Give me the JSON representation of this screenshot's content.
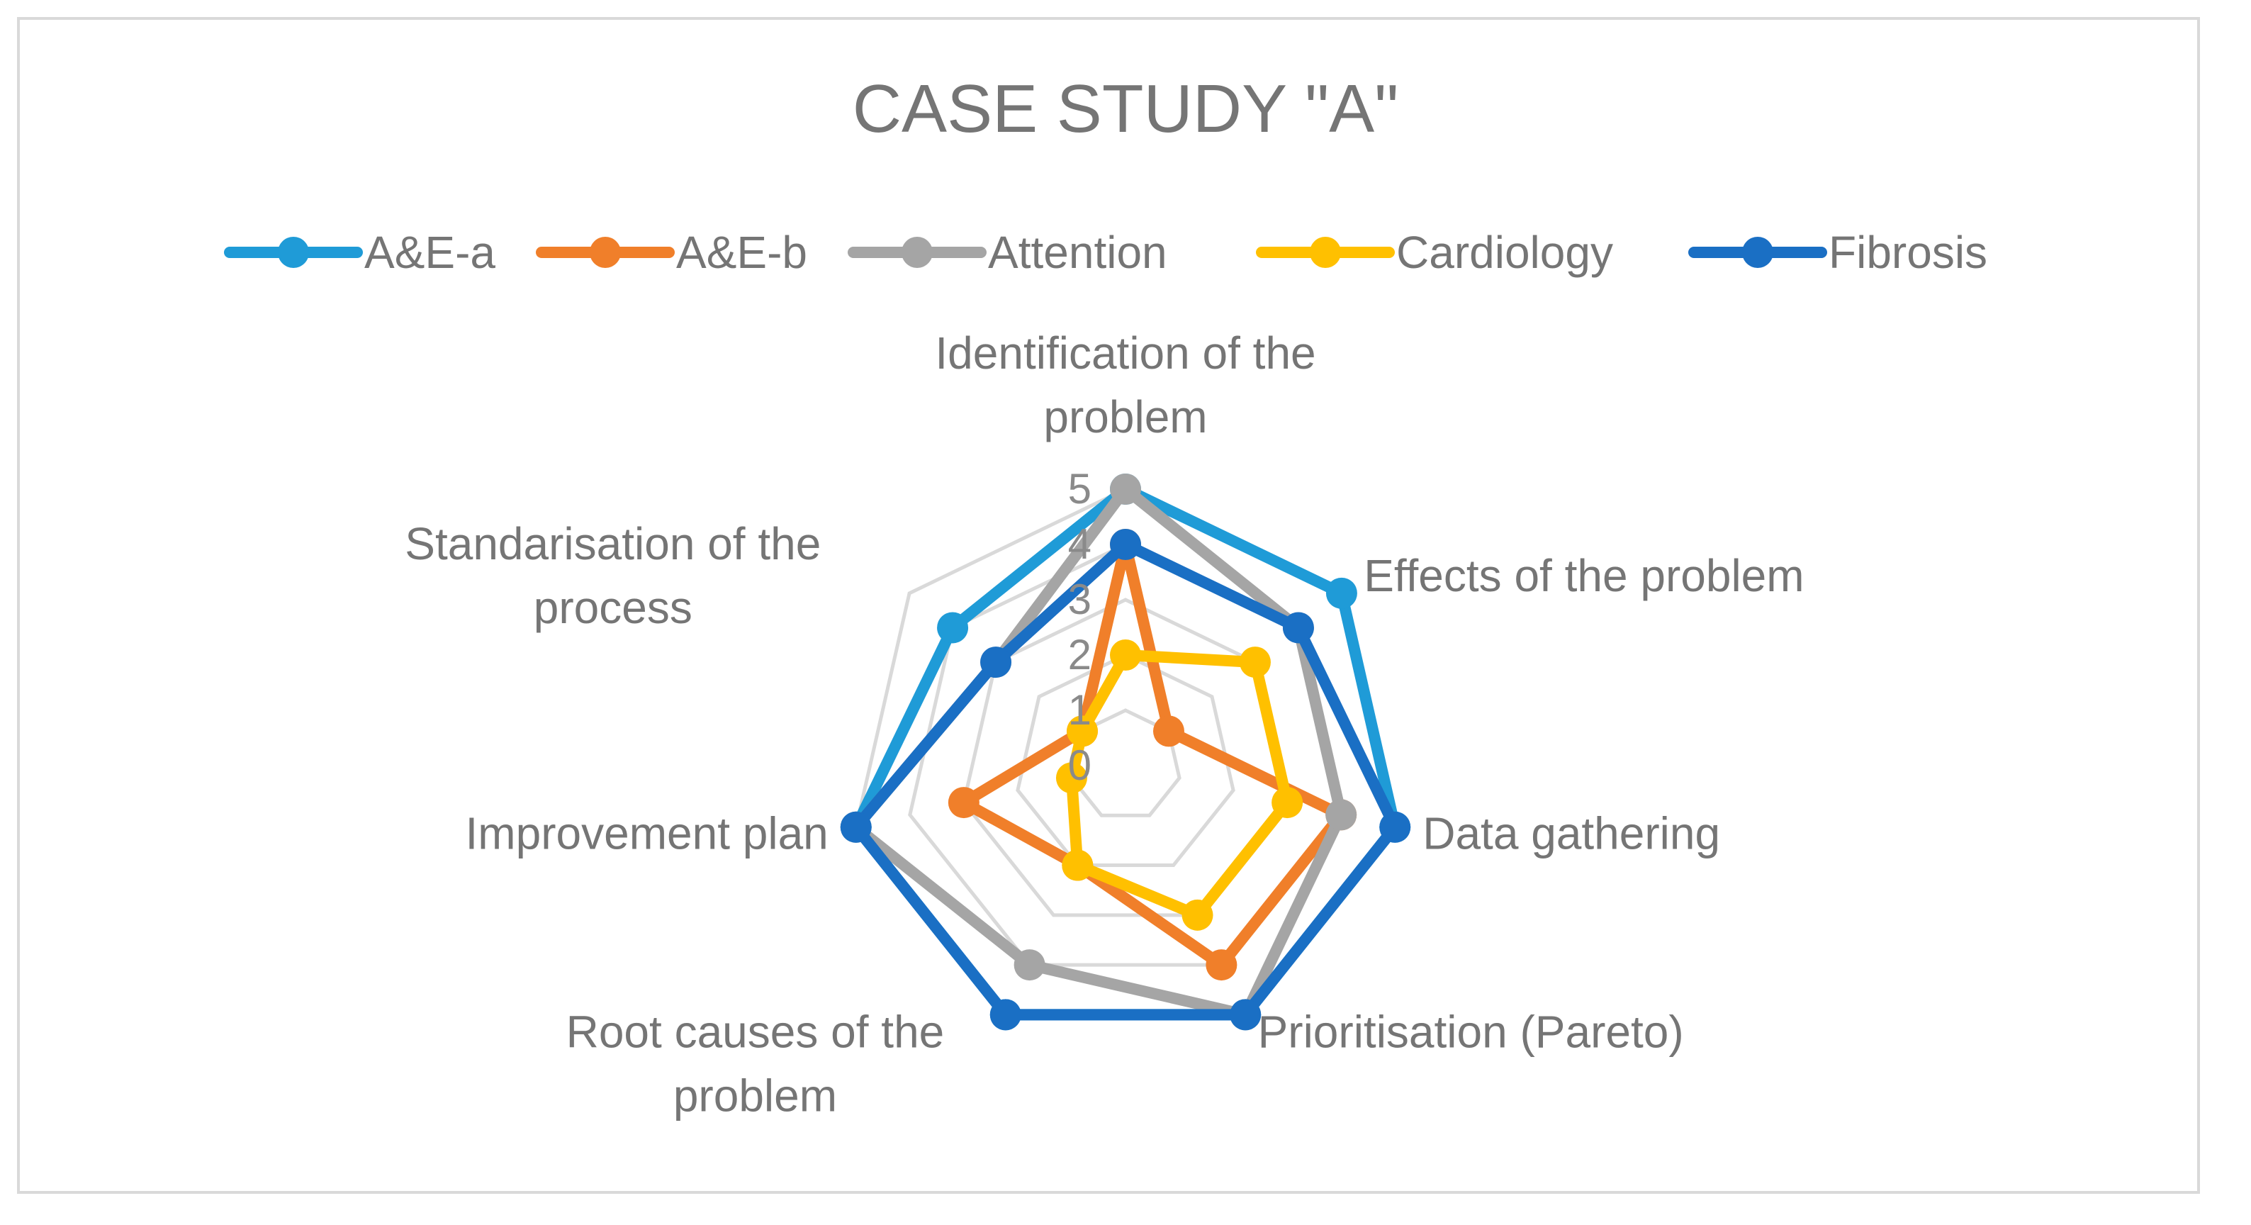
{
  "chart_data": {
    "type": "radar",
    "title": "CASE STUDY \"A\"",
    "categories": [
      "Identification of the problem",
      "Effects of the problem",
      "Data gathering",
      "Prioritisation (Pareto)",
      "Root causes of the problem",
      "Improvement plan",
      "Standarisation of the process"
    ],
    "category_label_lines": [
      [
        "Identification of the",
        "problem"
      ],
      [
        "Effects of the problem"
      ],
      [
        "Data gathering"
      ],
      [
        "Prioritisation (Pareto)"
      ],
      [
        "Root causes of the",
        "problem"
      ],
      [
        "Improvement plan"
      ],
      [
        "Standarisation of the",
        "process"
      ]
    ],
    "ticks": [
      "0",
      "1",
      "2",
      "3",
      "4",
      "5"
    ],
    "rlim": [
      0,
      5
    ],
    "grid": true,
    "legend_position": "top",
    "series": [
      {
        "name": "A&E-a",
        "color": "#1f9bd7",
        "values": [
          5,
          5,
          5,
          5,
          5,
          5,
          4
        ]
      },
      {
        "name": "A&E-b",
        "color": "#f07f2a",
        "values": [
          4,
          1,
          4,
          4,
          2,
          3,
          1
        ]
      },
      {
        "name": "Attention",
        "color": "#a5a5a5",
        "values": [
          5,
          4,
          4,
          5,
          4,
          5,
          3
        ]
      },
      {
        "name": "Cardiology",
        "color": "#ffc000",
        "values": [
          2,
          3,
          3,
          3,
          2,
          1,
          1
        ]
      },
      {
        "name": "Fibrosis",
        "color": "#1a6fc4",
        "values": [
          4,
          4,
          5,
          5,
          5,
          5,
          3
        ]
      }
    ]
  }
}
